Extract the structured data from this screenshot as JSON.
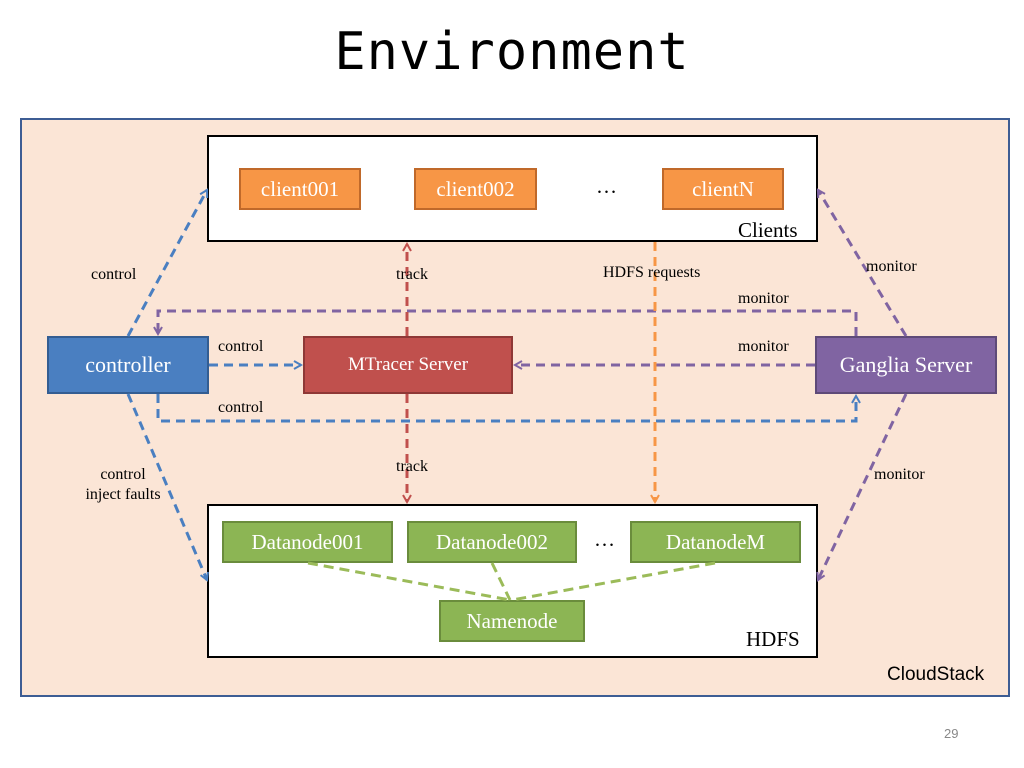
{
  "slide": {
    "title": "Environment",
    "page_number": "29",
    "container_label": "CloudStack"
  },
  "clients": {
    "group_label": "Clients",
    "items": [
      "client001",
      "client002",
      "clientN"
    ],
    "ellipsis": "…"
  },
  "hdfs": {
    "group_label": "HDFS",
    "datanodes": [
      "Datanode001",
      "Datanode002",
      "DatanodeM"
    ],
    "ellipsis": "…",
    "namenode": "Namenode"
  },
  "servers": {
    "controller": "controller",
    "mtracer": "MTracer Server",
    "ganglia": "Ganglia Server"
  },
  "edges": {
    "control_top_left": "control",
    "track_top": "track",
    "hdfs_requests": "HDFS requests",
    "monitor_top_right": "monitor",
    "monitor_upper_loop": "monitor",
    "control_mid": "control",
    "monitor_mid": "monitor",
    "control_lower_loop": "control",
    "track_bottom": "track",
    "control_bottom_left_1": "control",
    "control_bottom_left_2": "inject faults",
    "monitor_bottom_right": "monitor"
  },
  "colors": {
    "blue_arrow": "#4a7fc1",
    "purple_arrow": "#8064a2",
    "red_arrow": "#c0504d",
    "orange_arrow": "#f79646",
    "green_line": "#9bbb59"
  }
}
